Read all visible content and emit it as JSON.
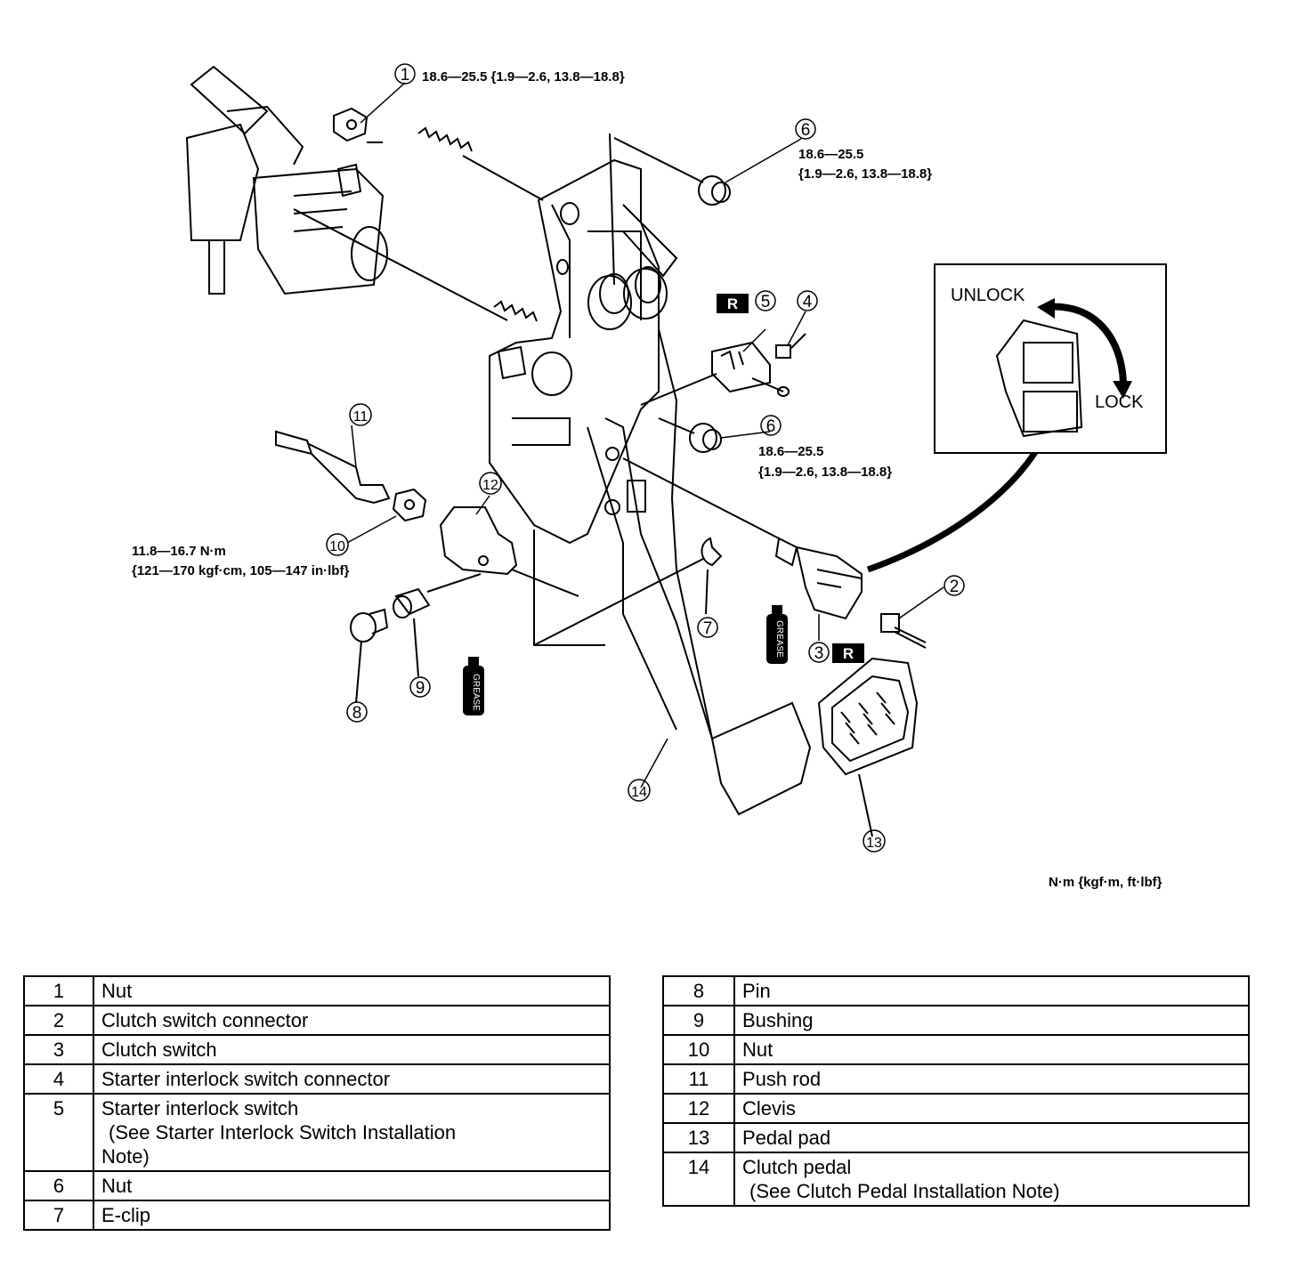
{
  "callouts": {
    "c1": "1",
    "c2": "2",
    "c3": "3",
    "c4": "4",
    "c5": "5",
    "c6a": "6",
    "c6b": "6",
    "c7": "7",
    "c8": "8",
    "c9": "9",
    "c10": "10",
    "c11": "11",
    "c12": "12",
    "c13": "13",
    "c14": "14"
  },
  "torque": {
    "nut1": "18.6—25.5 {1.9—2.6, 13.8—18.8}",
    "nut6_top_line1": "18.6—25.5",
    "nut6_top_line2": "{1.9—2.6, 13.8—18.8}",
    "nut6_mid_line1": "18.6—25.5",
    "nut6_mid_line2": "{1.9—2.6, 13.8—18.8}",
    "nut10_line1": "11.8—16.7 N·m",
    "nut10_line2": "{121—170 kgf·cm, 105—147 in·lbf}"
  },
  "replace_marker": "R",
  "grease_label": "GREASE",
  "inset": {
    "unlock": "UNLOCK",
    "lock": "LOCK"
  },
  "units": "N·m {kgf·m, ft·lbf}",
  "legend_left": [
    {
      "num": "1",
      "name": "Nut"
    },
    {
      "num": "2",
      "name": "Clutch switch connector"
    },
    {
      "num": "3",
      "name": "Clutch switch"
    },
    {
      "num": "4",
      "name": "Starter interlock switch connector"
    },
    {
      "num": "5",
      "name": "Starter interlock switch",
      "note1": "(See Starter Interlock Switch Installation",
      "note2": "Note)"
    },
    {
      "num": "6",
      "name": "Nut"
    },
    {
      "num": "7",
      "name": "E-clip"
    }
  ],
  "legend_right": [
    {
      "num": "8",
      "name": "Pin"
    },
    {
      "num": "9",
      "name": "Bushing"
    },
    {
      "num": "10",
      "name": "Nut"
    },
    {
      "num": "11",
      "name": "Push rod"
    },
    {
      "num": "12",
      "name": "Clevis"
    },
    {
      "num": "13",
      "name": "Pedal pad"
    },
    {
      "num": "14",
      "name": "Clutch pedal",
      "note1": "(See Clutch Pedal Installation Note)"
    }
  ]
}
